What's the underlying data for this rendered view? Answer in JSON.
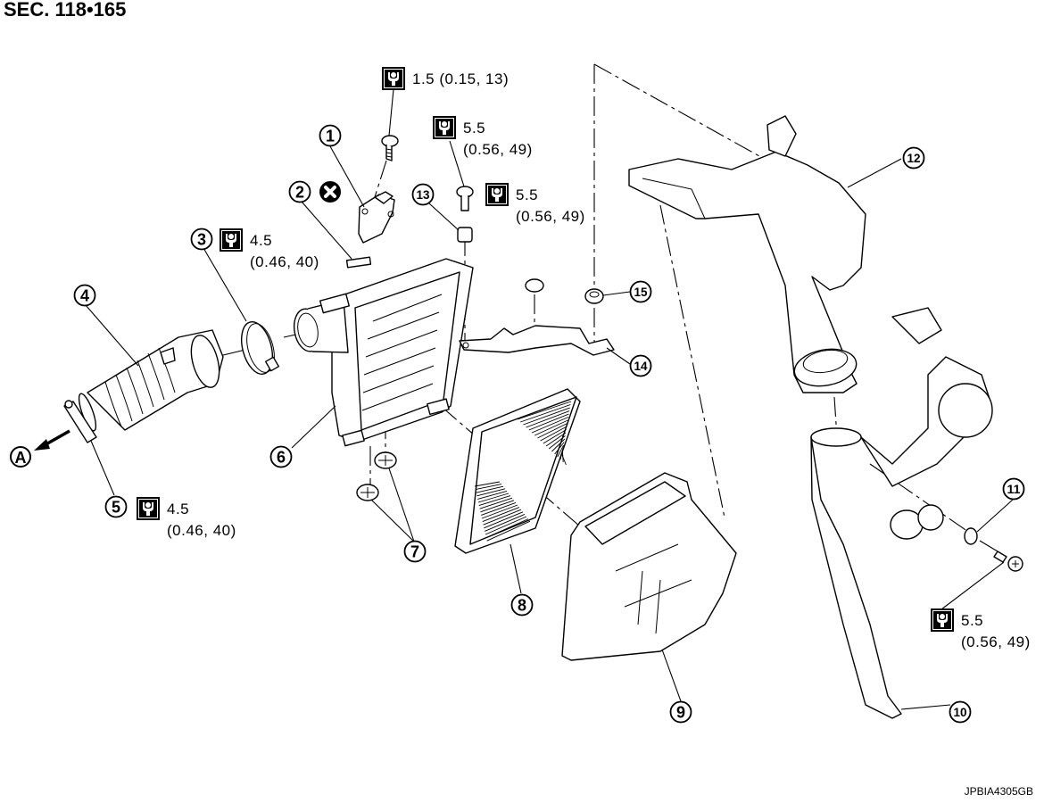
{
  "header": {
    "section": "SEC. 118•165"
  },
  "footer": {
    "figure_id": "JPBIA4305GB"
  },
  "symbols": {
    "torque": "torque-wrench-icon",
    "do_not_reuse": "do-not-reuse-icon",
    "view_ref": "A"
  },
  "callouts": [
    {
      "num": "1"
    },
    {
      "num": "2"
    },
    {
      "num": "3"
    },
    {
      "num": "4"
    },
    {
      "num": "5"
    },
    {
      "num": "6"
    },
    {
      "num": "7"
    },
    {
      "num": "8"
    },
    {
      "num": "9"
    },
    {
      "num": "10"
    },
    {
      "num": "11"
    },
    {
      "num": "12"
    },
    {
      "num": "13"
    },
    {
      "num": "14"
    },
    {
      "num": "15"
    }
  ],
  "torques": [
    {
      "line1": "1.5 (0.15, 13)",
      "line2": ""
    },
    {
      "line1": "5.5",
      "line2": "(0.56, 49)"
    },
    {
      "line1": "5.5",
      "line2": "(0.56, 49)"
    },
    {
      "line1": "4.5",
      "line2": "(0.46, 40)"
    },
    {
      "line1": "4.5",
      "line2": "(0.46, 40)"
    },
    {
      "line1": "5.5",
      "line2": "(0.56, 49)"
    }
  ]
}
